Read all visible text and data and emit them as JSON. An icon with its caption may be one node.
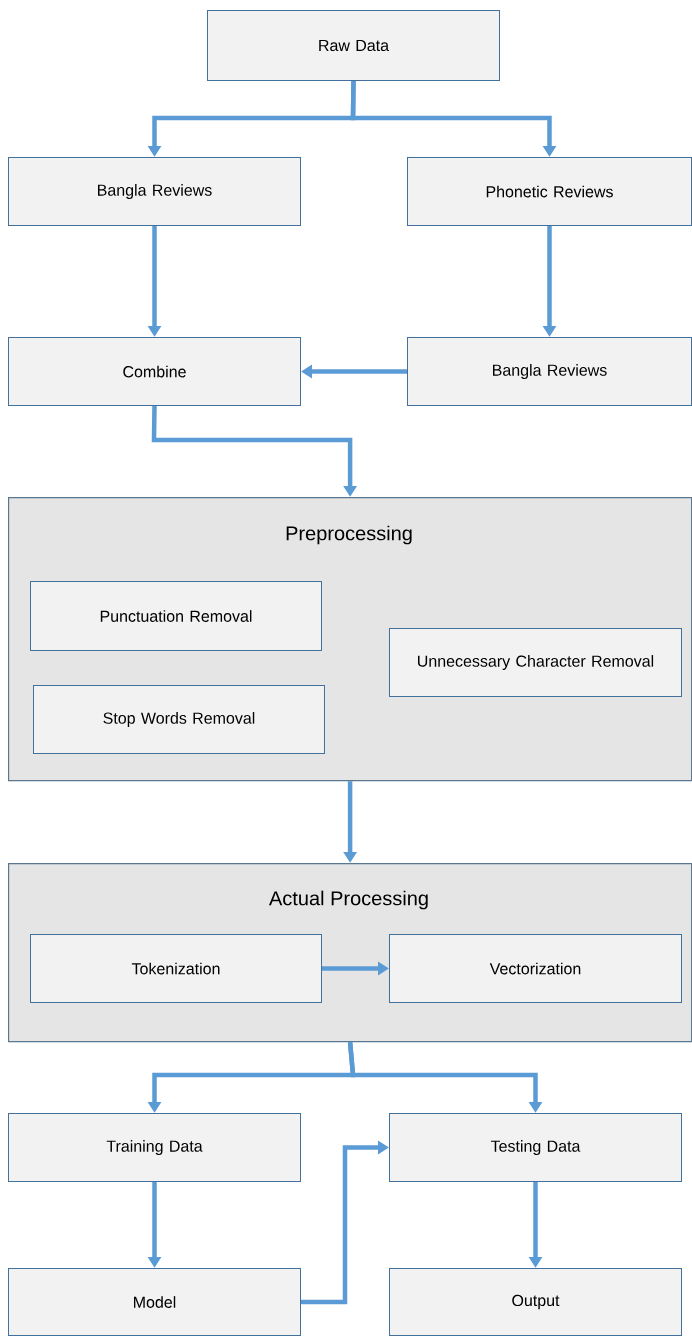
{
  "diagram": {
    "nodes": [
      {
        "text": [
          "Raw Data"
        ]
      },
      {
        "text": [
          "Bangla Reviews"
        ]
      },
      {
        "text": [
          "Phonetic Reviews"
        ]
      },
      {
        "text": [
          "Combine"
        ]
      },
      {
        "text": [
          "Bangla Reviews"
        ]
      },
      {
        "text": [
          "Preprocessing"
        ]
      },
      {
        "text": [
          "Punctuation Removal"
        ],
        "in": 5
      },
      {
        "text": [
          "Unnecessary Character Removal"
        ],
        "in": 5
      },
      {
        "text": [
          "Stop Words Removal"
        ],
        "in": 5
      },
      {
        "text": [
          "Actual Processing"
        ]
      },
      {
        "text": [
          "Tokenization"
        ],
        "in": 9
      },
      {
        "text": [
          "Vectorization"
        ],
        "in": 9
      },
      {
        "text": [
          "Training Data"
        ]
      },
      {
        "text": [
          "Testing Data"
        ]
      },
      {
        "text": [
          "Model"
        ]
      },
      {
        "text": [
          "Output"
        ]
      }
    ],
    "edges": [
      {
        "from": 0,
        "to": 1,
        "arrow": "to"
      },
      {
        "from": 0,
        "to": 2,
        "arrow": "to"
      },
      {
        "from": 1,
        "to": 3,
        "arrow": "to"
      },
      {
        "from": 2,
        "to": 4,
        "arrow": "to"
      },
      {
        "from": 4,
        "to": 3,
        "arrow": "to"
      },
      {
        "from": 3,
        "to": 5,
        "arrow": "to"
      },
      {
        "from": 5,
        "to": 9,
        "arrow": "to"
      },
      {
        "from": 10,
        "to": 11,
        "arrow": "to"
      },
      {
        "from": 9,
        "to": 12,
        "arrow": "to"
      },
      {
        "from": 9,
        "to": 13,
        "arrow": "to"
      },
      {
        "from": 12,
        "to": 14,
        "arrow": "to"
      },
      {
        "from": 14,
        "to": 13,
        "arrow": "to"
      },
      {
        "from": 13,
        "to": 15,
        "arrow": "to"
      }
    ]
  }
}
